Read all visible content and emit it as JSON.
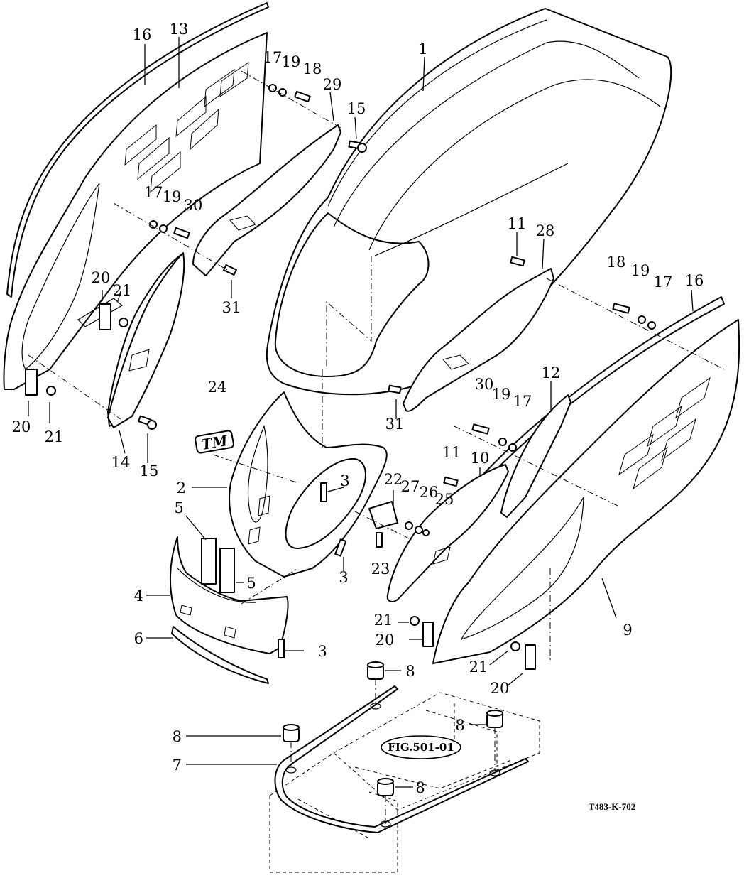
{
  "drawing_code": "T483-K-702",
  "figure_reference": "FIG.501-01",
  "callouts": [
    "1",
    "2",
    "3",
    "3",
    "3",
    "4",
    "5",
    "5",
    "6",
    "7",
    "8",
    "8",
    "8",
    "8",
    "9",
    "10",
    "11",
    "11",
    "12",
    "13",
    "14",
    "15",
    "15",
    "16",
    "16",
    "17",
    "17",
    "17",
    "17",
    "18",
    "18",
    "19",
    "19",
    "19",
    "19",
    "20",
    "20",
    "20",
    "20",
    "21",
    "21",
    "21",
    "21",
    "22",
    "23",
    "24",
    "25",
    "26",
    "27",
    "28",
    "29",
    "30",
    "30",
    "31",
    "31"
  ],
  "logo_text": "TM"
}
